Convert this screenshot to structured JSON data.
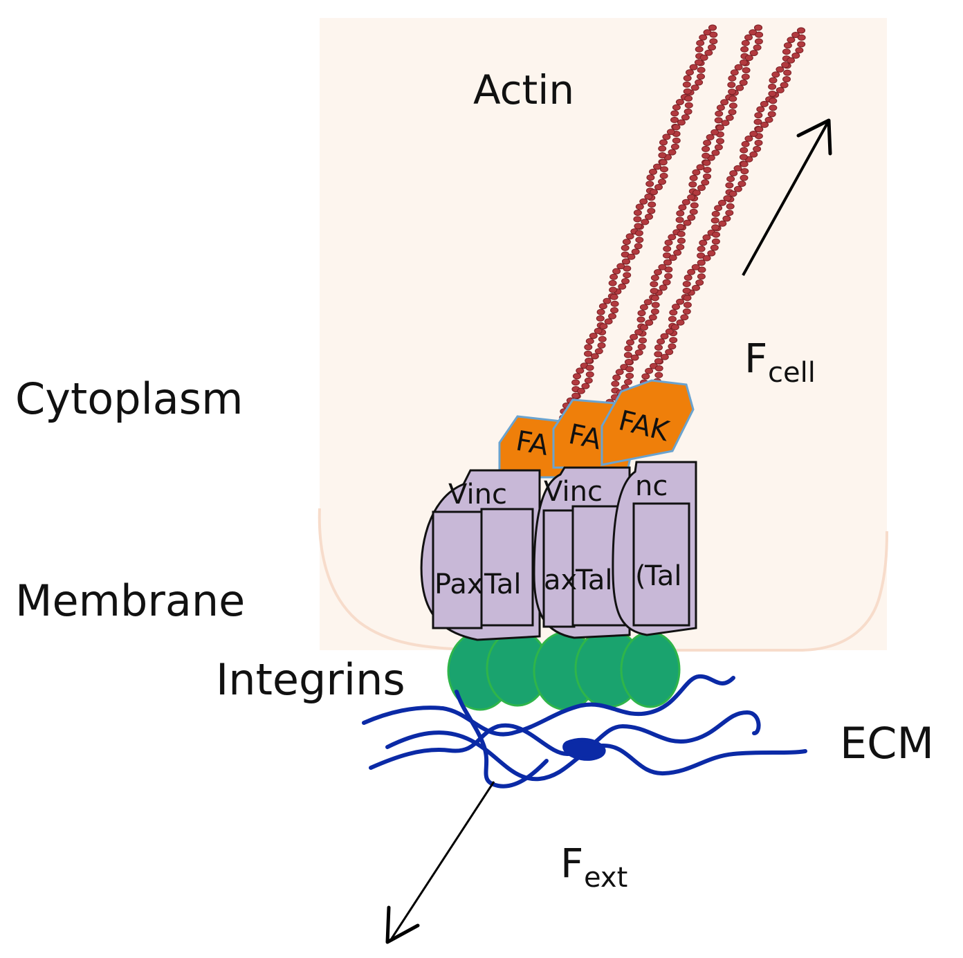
{
  "labels": {
    "actin": "Actin",
    "cytoplasm": "Cytoplasm",
    "membrane": "Membrane",
    "integrins": "Integrins",
    "ecm": "ECM",
    "f_cell_main": "F",
    "f_cell_sub": "cell",
    "f_ext_main": "F",
    "f_ext_sub": "ext"
  },
  "proteins": {
    "fak_1": "FA",
    "fak_2": "FA",
    "fak_3": "FAK",
    "vinc_1": "Vinc",
    "vinc_2": "Vinc",
    "vinc_3": "nc",
    "pax_1": "Pax",
    "tal_1": "Tal",
    "pax_2": "ax",
    "tal_2": "Tal",
    "pax_3": "(",
    "tal_3": "Tal"
  },
  "colors": {
    "cell": "#fdf5ee",
    "membrane_line": "#f7dccb",
    "actin": "#b23a3f",
    "actin_dark": "#7a1f24",
    "fak_fill": "#ef7f0a",
    "fak_stroke": "#6aa3cf",
    "complex_fill": "#c8b8d7",
    "complex_stroke": "#111111",
    "integrin_fill": "#1aa36e",
    "integrin_stroke": "#2fb54a",
    "ecm": "#0b2aa6",
    "arrow": "#000000"
  },
  "icons": {
    "actin_filament": "double-helix",
    "force_arrow": "arrow"
  }
}
